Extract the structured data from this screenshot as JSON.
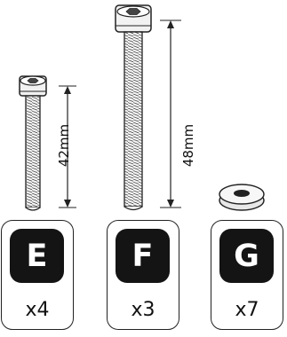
{
  "parts": [
    {
      "letter": "E",
      "quantity": "x4",
      "length_label": "42mm",
      "type": "bolt",
      "length_mm": 42
    },
    {
      "letter": "F",
      "quantity": "x3",
      "length_label": "48mm",
      "type": "bolt",
      "length_mm": 48
    },
    {
      "letter": "G",
      "quantity": "x7",
      "type": "washer"
    }
  ],
  "colors": {
    "badge": "#141414",
    "outline": "#222222",
    "bolt_fill": "#f2f2f2"
  }
}
